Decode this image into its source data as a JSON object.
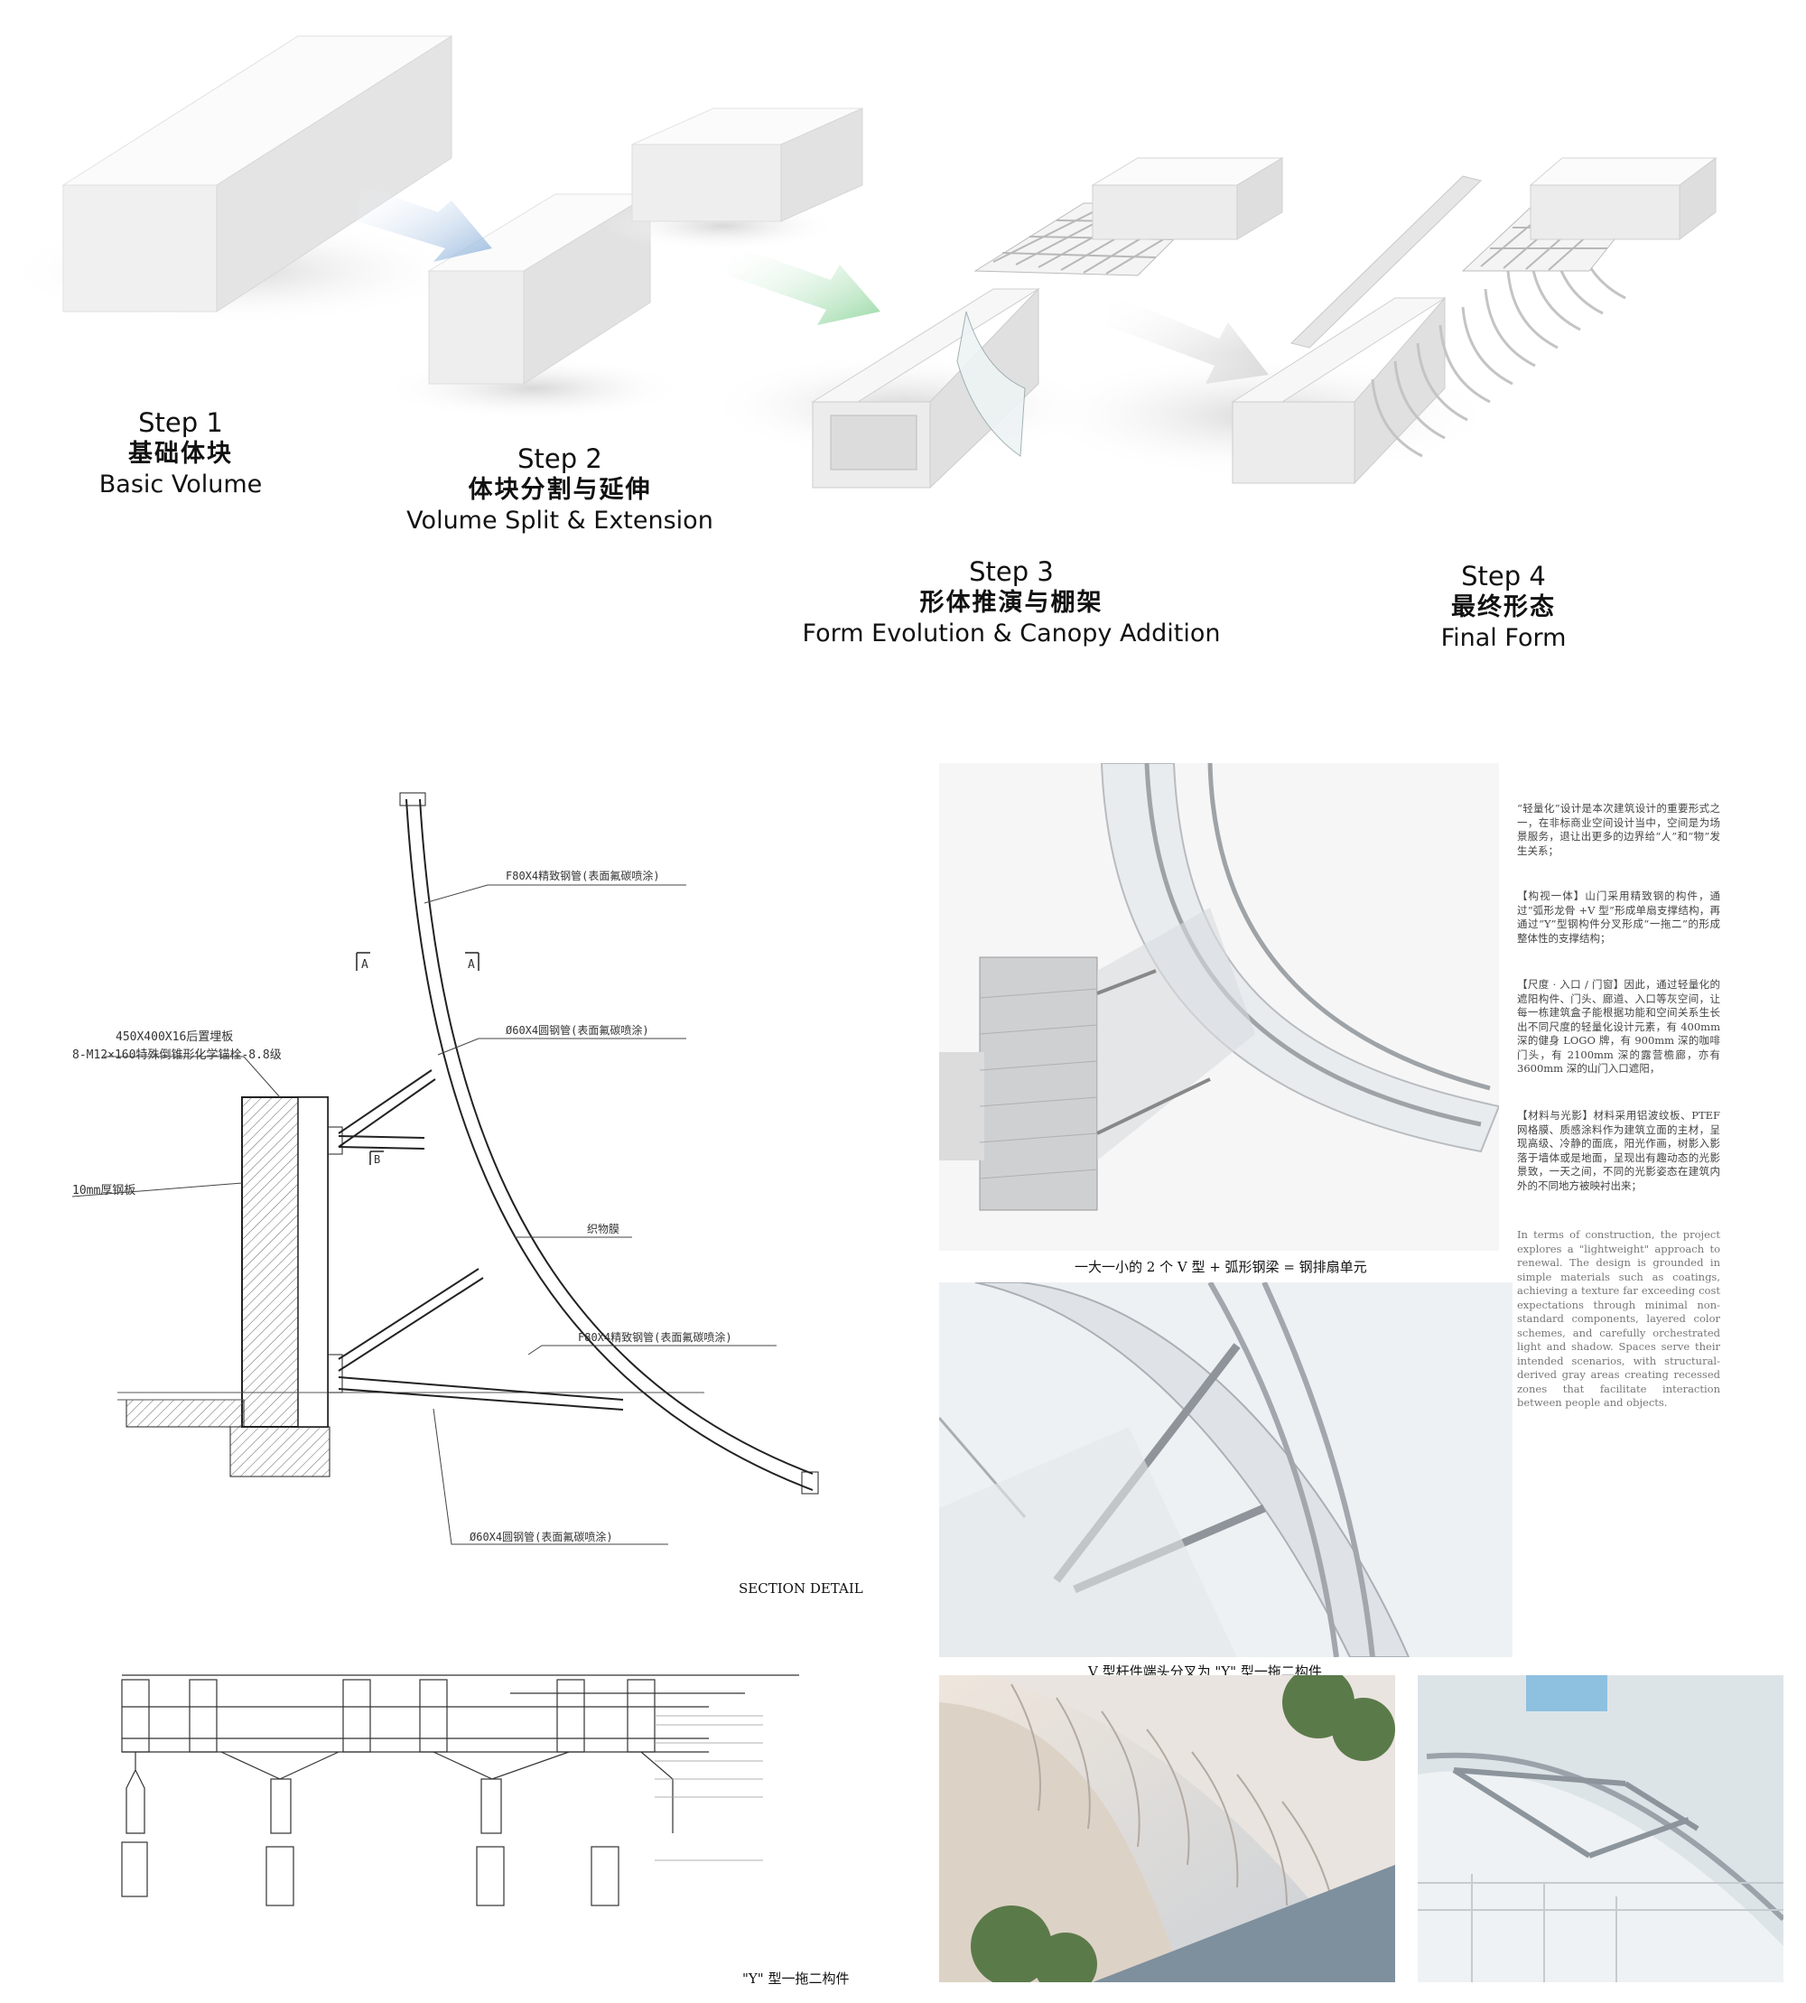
{
  "steps": [
    {
      "step": "Step 1",
      "zh": "基础体块",
      "en": "Basic Volume"
    },
    {
      "step": "Step 2",
      "zh": "体块分割与延伸",
      "en": "Volume Split & Extension"
    },
    {
      "step": "Step 3",
      "zh": "形体推演与棚架",
      "en": "Form Evolution & Canopy Addition"
    },
    {
      "step": "Step 4",
      "zh": "最终形态",
      "en": "Final Form"
    }
  ],
  "section": {
    "caption": "SECTION DETAIL",
    "labels": {
      "f80_top": "F80X4精致钢管(表面氟碳喷涂)",
      "plate": "450X400X16后置埋板",
      "bolt": "8-M12×160特殊倒锥形化学锚栓-8.8级",
      "d60_top": "Ø60X4圆钢管(表面氟碳喷涂)",
      "steel10": "10mm厚钢板",
      "membrane": "织物膜",
      "f80_mid": "F80X4精致钢管(表面氟碳喷涂)",
      "d60_bot": "Ø60X4圆钢管(表面氟碳喷涂)",
      "cutA": "A",
      "cutB": "B"
    }
  },
  "elevation": {
    "caption": "\"Y\" 型一拖二构件"
  },
  "render1": {
    "caption": "一大一小的 2 个 V 型 + 弧形钢梁 = 钢排扇单元"
  },
  "render2": {
    "caption": "V 型杆件端头分叉为 \"Y\" 型一拖二构件"
  },
  "text": {
    "p1": "“轻量化”设计是本次建筑设计的重要形式之一，在非标商业空间设计当中，空间是为场景服务，退让出更多的边界给“人”和“物”发生关系；",
    "p2": "【构视一体】山门采用精致钢的构件，通过“弧形龙骨 +V 型”形成单扇支撑结构，再通过“Y”型钢构件分叉形成“一拖二”的形成整体性的支撑结构；",
    "p3": "【尺度 · 入口 / 门窗】因此，通过轻量化的遮阳构件、门头、廊道、入口等灰空间，让每一栋建筑盒子能根据功能和空间关系生长出不同尺度的轻量化设计元素，有 400mm 深的健身 LOGO 牌，有 900mm 深的咖啡门头，有 2100mm 深的露营檐廊，亦有 3600mm 深的山门入口遮阳，",
    "p4": "【材料与光影】材料采用铝波纹板、PTEF 网格膜、质感涂料作为建筑立面的主材，呈现高级、冷静的面底，阳光作画，树影入影落于墙体或是地面，呈现出有趣动态的光影景致，一天之间，不同的光影姿态在建筑内外的不同地方被映衬出来；",
    "en": "In terms of construction, the project explores a \"lightweight\" approach to renewal. The design is grounded in simple materials such as coatings, achieving a texture far exceeding cost expectations through minimal non-standard components, layered color schemes, and carefully orchestrated light and shadow. Spaces serve their intended scenarios, with structural-derived gray areas creating recessed zones that facilitate interaction between people and objects."
  },
  "colors": {
    "arrow_blue": "#a9c4e2",
    "arrow_green": "#a6dfb0",
    "arrow_gray": "#d4d4d4",
    "volume": "#f3f3f3"
  }
}
